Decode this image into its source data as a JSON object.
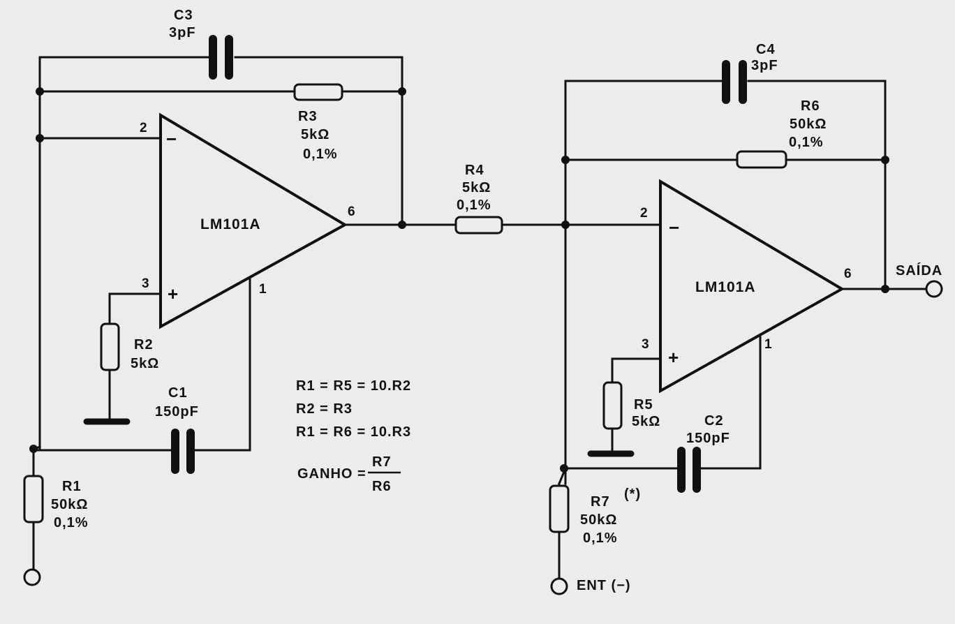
{
  "components": {
    "c3": {
      "name": "C3",
      "value": "3pF"
    },
    "c4": {
      "name": "C4",
      "value": "3pF"
    },
    "r3": {
      "name": "R3",
      "value": "5kΩ",
      "tolerance": "0,1%"
    },
    "r6": {
      "name": "R6",
      "value": "50kΩ",
      "tolerance": "0,1%"
    },
    "r4": {
      "name": "R4",
      "value": "5kΩ",
      "tolerance": "0,1%"
    },
    "r2": {
      "name": "R2",
      "value": "5kΩ"
    },
    "r5": {
      "name": "R5",
      "value": "5kΩ"
    },
    "c1": {
      "name": "C1",
      "value": "150pF"
    },
    "c2": {
      "name": "C2",
      "value": "150pF"
    },
    "r1": {
      "name": "R1",
      "value": "50kΩ",
      "tolerance": "0,1%"
    },
    "r7": {
      "name": "R7",
      "note": "(*)",
      "value": "50kΩ",
      "tolerance": "0,1%"
    }
  },
  "opamps": {
    "u1": {
      "label": "LM101A",
      "pin_inv": "2",
      "pin_noninv": "3",
      "pin_out": "6",
      "pin_comp": "1",
      "sign_inv": "−",
      "sign_noninv": "+"
    },
    "u2": {
      "label": "LM101A",
      "pin_inv": "2",
      "pin_noninv": "3",
      "pin_out": "6",
      "pin_comp": "1",
      "sign_inv": "−",
      "sign_noninv": "+"
    }
  },
  "terminals": {
    "output": "SAÍDA",
    "input": "ENT (−)"
  },
  "equations": {
    "line1": "R1 = R5 = 10.R2",
    "line2": "R2 = R3",
    "line3": "R1 = R6 = 10.R3",
    "gain_label": "GANHO =",
    "gain_num": "R7",
    "gain_den": "R6"
  }
}
